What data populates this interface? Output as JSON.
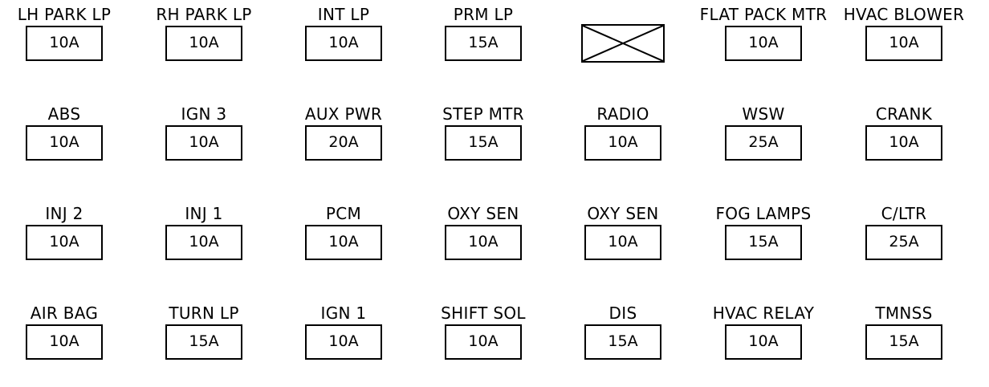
{
  "fuse_panel": {
    "rows": [
      [
        {
          "label": "LH PARK LP",
          "rating": "10A"
        },
        {
          "label": "RH PARK LP",
          "rating": "10A"
        },
        {
          "label": "INT LP",
          "rating": "10A"
        },
        {
          "label": "PRM LP",
          "rating": "15A"
        },
        {
          "label": "",
          "rating": "",
          "empty": true
        },
        {
          "label": "FLAT PACK MTR",
          "rating": "10A"
        },
        {
          "label": "HVAC BLOWER",
          "rating": "10A"
        }
      ],
      [
        {
          "label": "ABS",
          "rating": "10A"
        },
        {
          "label": "IGN 3",
          "rating": "10A"
        },
        {
          "label": "AUX PWR",
          "rating": "20A"
        },
        {
          "label": "STEP MTR",
          "rating": "15A"
        },
        {
          "label": "RADIO",
          "rating": "10A"
        },
        {
          "label": "WSW",
          "rating": "25A"
        },
        {
          "label": "CRANK",
          "rating": "10A"
        }
      ],
      [
        {
          "label": "INJ 2",
          "rating": "10A"
        },
        {
          "label": "INJ 1",
          "rating": "10A"
        },
        {
          "label": "PCM",
          "rating": "10A"
        },
        {
          "label": "OXY SEN",
          "rating": "10A"
        },
        {
          "label": "OXY SEN",
          "rating": "10A"
        },
        {
          "label": "FOG LAMPS",
          "rating": "15A"
        },
        {
          "label": "C/LTR",
          "rating": "25A"
        }
      ],
      [
        {
          "label": "AIR BAG",
          "rating": "10A"
        },
        {
          "label": "TURN LP",
          "rating": "15A"
        },
        {
          "label": "IGN 1",
          "rating": "10A"
        },
        {
          "label": "SHIFT SOL",
          "rating": "10A"
        },
        {
          "label": "DIS",
          "rating": "15A"
        },
        {
          "label": "HVAC RELAY",
          "rating": "10A"
        },
        {
          "label": "TMNSS",
          "rating": "15A"
        }
      ]
    ]
  }
}
